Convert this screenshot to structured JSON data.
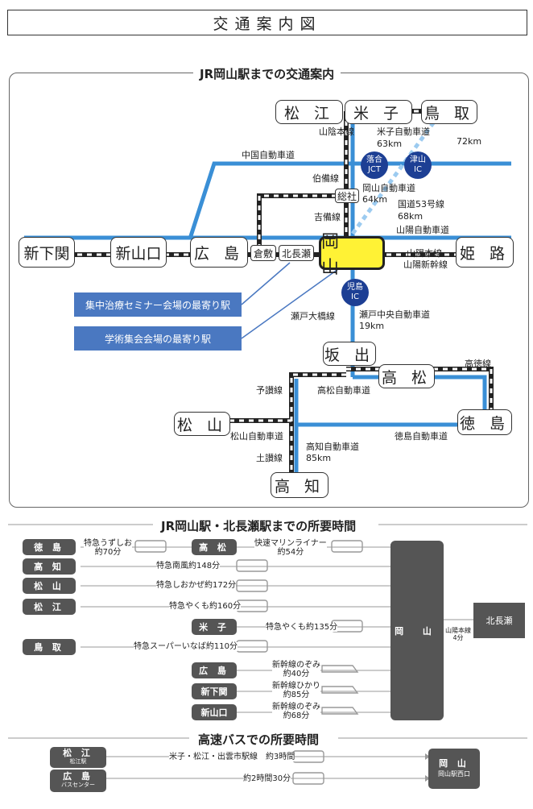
{
  "page_title": "交通案内図",
  "map": {
    "title": "JR岡山駅までの交通案内",
    "stations": {
      "matsue": "松 江",
      "yonago": "米 子",
      "tottori": "鳥 取",
      "shinshimonoseki": "新下関",
      "shinyamaguchi": "新山口",
      "hiroshima": "広 島",
      "kurashiki": "倉敷",
      "kitanagase": "北長瀬",
      "okayama": "岡 山",
      "himeji": "姫 路",
      "sakaide": "坂 出",
      "takamatsu": "高 松",
      "matsuyama": "松 山",
      "tokushima": "徳 島",
      "kochi": "高 知",
      "soja": "総社"
    },
    "ic": {
      "ochiai": "落合\nJCT",
      "tsuyama": "津山\nIC",
      "kojima": "児島\nIC"
    },
    "labels": {
      "sanin": "山陰本線",
      "yonago_exp": "米子自動車道",
      "km63": "63km",
      "km72": "72km",
      "chugoku": "中国自動車道",
      "hakubi": "伯備線",
      "okayama_exp": "岡山自動車道",
      "km64": "64km",
      "route53": "国道53号線",
      "km68": "68km",
      "kibi": "吉備線",
      "sanyo_exp": "山陽自動車道",
      "sanyo_line": "山陽本線",
      "sanyo_shinkansen": "山陽新幹線",
      "seto_ohashi": "瀬戸大橋線",
      "seto_chuo": "瀬戸中央自動車道",
      "km19": "19km",
      "kotoku": "高徳線",
      "yosan": "予讃線",
      "takamatsu_exp": "高松自動車道",
      "matsuyama_exp": "松山自動車道",
      "tokushima_exp": "徳島自動車道",
      "kochi_exp": "高知自動車道",
      "km85": "85km",
      "dosan": "土讃線"
    },
    "callouts": {
      "seminar": "集中治療セミナー会場の最寄り駅",
      "gakujutsu": "学術集会会場の最寄り駅"
    }
  },
  "time_section": {
    "title": "JR岡山駅・北長瀬駅までの所要時間",
    "origins": {
      "tokushima": "徳 島",
      "kochi": "高 知",
      "matsuyama": "松 山",
      "matsue": "松 江",
      "tottori": "鳥 取",
      "takamatsu": "高 松",
      "yonago": "米 子",
      "hiroshima": "広 島",
      "shinshimonoseki": "新下関",
      "shinyamaguchi": "新山口"
    },
    "routes": {
      "uzushio": "特急うずしお\n約70分",
      "marine": "快速マリンライナー\n約54分",
      "nanpu": "特急南風約148分",
      "shiokaze": "特急しおかぜ約172分",
      "yakumo_matsue": "特急やくも約160分",
      "yakumo_yonago": "特急やくも約135分",
      "super_inaba": "特急スーパーいなば約110分",
      "nozomi40": "新幹線のぞみ\n約40分",
      "hikari85": "新幹線ひかり\n約85分",
      "nozomi68": "新幹線のぞみ\n約68分"
    },
    "okayama": "岡 山",
    "transfer": "山陽本線\n4分",
    "kitanagase": "北長瀬"
  },
  "bus_section": {
    "title": "高速バスでの所要時間",
    "matsue": "松 江",
    "matsue_sub": "松江駅",
    "hiroshima": "広 島",
    "hiroshima_sub": "バスセンター",
    "route1": "米子・松江・出雲市駅線　約3時間",
    "route2": "約2時間30分",
    "dest": "岡 山",
    "dest_sub": "岡山駅西口"
  },
  "colors": {
    "highway": "#3a8fd6",
    "rail": "#222222",
    "highlight": "#fff235",
    "callout": "#4a78c1",
    "ic": "#1d3f94",
    "box": "#555555"
  }
}
